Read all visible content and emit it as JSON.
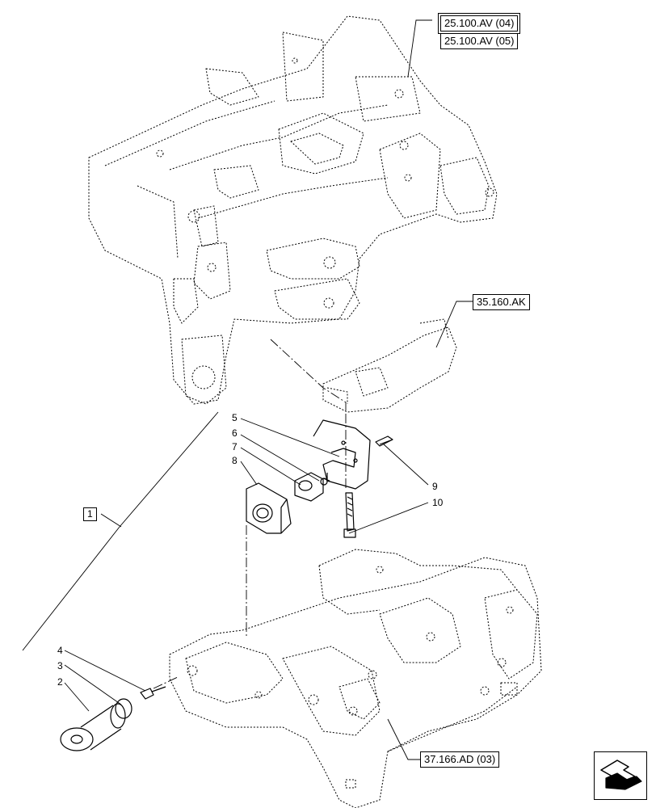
{
  "references": {
    "ref_25100_av_04": "25.100.AV (04)",
    "ref_25100_av_05": "25.100.AV (05)",
    "ref_35160_ak": "35.160.AK",
    "ref_37166_ad_03": "37.166.AD (03)"
  },
  "item_group": "1",
  "callouts": [
    "2",
    "3",
    "4",
    "5",
    "6",
    "7",
    "8",
    "9",
    "10"
  ],
  "icons": {
    "nav": "next-page-arrow-icon"
  }
}
